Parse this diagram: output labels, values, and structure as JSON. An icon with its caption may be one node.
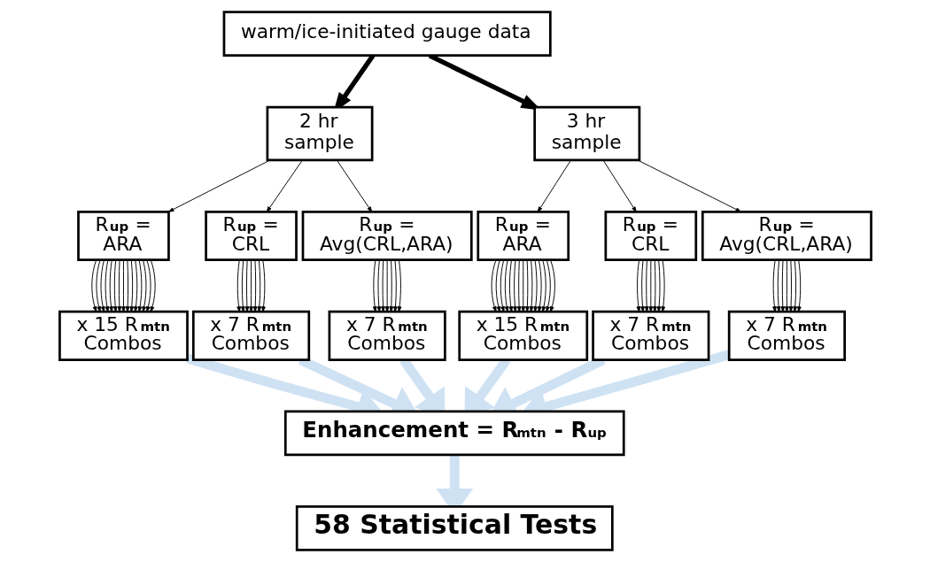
{
  "diagram": {
    "nodes": [
      {
        "text": [
          "warm/ice-initiated gauge data"
        ]
      },
      {
        "text": [
          "2 hr sample"
        ]
      },
      {
        "text": [
          "3 hr sample"
        ]
      },
      {
        "text": [
          "R$_{up}$ = ARA"
        ]
      },
      {
        "text": [
          "R$_{up}$ = CRL"
        ]
      },
      {
        "text": [
          "R$_{up}$ = Avg(CRL,ARA)"
        ]
      },
      {
        "text": [
          "R$_{up}$ = ARA"
        ]
      },
      {
        "text": [
          "R$_{up}$ = CRL"
        ]
      },
      {
        "text": [
          "R$_{up}$ = Avg(CRL,ARA)"
        ]
      },
      {
        "text": [
          "x 15 R$_{mtn}$ Combos"
        ]
      },
      {
        "text": [
          "x 7 R$_{mtn}$ Combos"
        ]
      },
      {
        "text": [
          "x 7 R$_{mtn}$ Combos"
        ]
      },
      {
        "text": [
          "x 15 R$_{mtn}$ Combos"
        ]
      },
      {
        "text": [
          "x 7 R$_{mtn}$ Combos"
        ]
      },
      {
        "text": [
          "x 7 R$_{mtn}$ Combos"
        ]
      },
      {
        "text": [
          "Enhancement = R$_{mtn}$ - R$_{up}$"
        ]
      },
      {
        "text": [
          "58 Statistical Tests"
        ]
      }
    ],
    "edges": [
      {
        "from": 0,
        "to": 1,
        "arrow": "to",
        "style": "thick"
      },
      {
        "from": 0,
        "to": 2,
        "arrow": "to",
        "style": "thick"
      },
      {
        "from": 1,
        "to": 3,
        "arrow": "to"
      },
      {
        "from": 1,
        "to": 4,
        "arrow": "to"
      },
      {
        "from": 1,
        "to": 5,
        "arrow": "to"
      },
      {
        "from": 2,
        "to": 6,
        "arrow": "to"
      },
      {
        "from": 2,
        "to": 7,
        "arrow": "to"
      },
      {
        "from": 2,
        "to": 8,
        "arrow": "to"
      },
      {
        "from": 3,
        "to": 9,
        "arrow": "to"
      },
      {
        "from": 3,
        "to": 9,
        "arrow": "to"
      },
      {
        "from": 3,
        "to": 9,
        "arrow": "to"
      },
      {
        "from": 3,
        "to": 9,
        "arrow": "to"
      },
      {
        "from": 3,
        "to": 9,
        "arrow": "to"
      },
      {
        "from": 3,
        "to": 9,
        "arrow": "to"
      },
      {
        "from": 3,
        "to": 9,
        "arrow": "to"
      },
      {
        "from": 3,
        "to": 9,
        "arrow": "to"
      },
      {
        "from": 3,
        "to": 9,
        "arrow": "to"
      },
      {
        "from": 3,
        "to": 9,
        "arrow": "to"
      },
      {
        "from": 3,
        "to": 9,
        "arrow": "to"
      },
      {
        "from": 3,
        "to": 9,
        "arrow": "to"
      },
      {
        "from": 3,
        "to": 9,
        "arrow": "to"
      },
      {
        "from": 3,
        "to": 9,
        "arrow": "to"
      },
      {
        "from": 3,
        "to": 9,
        "arrow": "to"
      },
      {
        "from": 4,
        "to": 10,
        "arrow": "to"
      },
      {
        "from": 4,
        "to": 10,
        "arrow": "to"
      },
      {
        "from": 4,
        "to": 10,
        "arrow": "to"
      },
      {
        "from": 4,
        "to": 10,
        "arrow": "to"
      },
      {
        "from": 4,
        "to": 10,
        "arrow": "to"
      },
      {
        "from": 4,
        "to": 10,
        "arrow": "to"
      },
      {
        "from": 4,
        "to": 10,
        "arrow": "to"
      },
      {
        "from": 5,
        "to": 11,
        "arrow": "to"
      },
      {
        "from": 5,
        "to": 11,
        "arrow": "to"
      },
      {
        "from": 5,
        "to": 11,
        "arrow": "to"
      },
      {
        "from": 5,
        "to": 11,
        "arrow": "to"
      },
      {
        "from": 5,
        "to": 11,
        "arrow": "to"
      },
      {
        "from": 5,
        "to": 11,
        "arrow": "to"
      },
      {
        "from": 5,
        "to": 11,
        "arrow": "to"
      },
      {
        "from": 6,
        "to": 12,
        "arrow": "to"
      },
      {
        "from": 6,
        "to": 12,
        "arrow": "to"
      },
      {
        "from": 6,
        "to": 12,
        "arrow": "to"
      },
      {
        "from": 6,
        "to": 12,
        "arrow": "to"
      },
      {
        "from": 6,
        "to": 12,
        "arrow": "to"
      },
      {
        "from": 6,
        "to": 12,
        "arrow": "to"
      },
      {
        "from": 6,
        "to": 12,
        "arrow": "to"
      },
      {
        "from": 6,
        "to": 12,
        "arrow": "to"
      },
      {
        "from": 6,
        "to": 12,
        "arrow": "to"
      },
      {
        "from": 6,
        "to": 12,
        "arrow": "to"
      },
      {
        "from": 6,
        "to": 12,
        "arrow": "to"
      },
      {
        "from": 6,
        "to": 12,
        "arrow": "to"
      },
      {
        "from": 6,
        "to": 12,
        "arrow": "to"
      },
      {
        "from": 6,
        "to": 12,
        "arrow": "to"
      },
      {
        "from": 6,
        "to": 12,
        "arrow": "to"
      },
      {
        "from": 7,
        "to": 13,
        "arrow": "to"
      },
      {
        "from": 7,
        "to": 13,
        "arrow": "to"
      },
      {
        "from": 7,
        "to": 13,
        "arrow": "to"
      },
      {
        "from": 7,
        "to": 13,
        "arrow": "to"
      },
      {
        "from": 7,
        "to": 13,
        "arrow": "to"
      },
      {
        "from": 7,
        "to": 13,
        "arrow": "to"
      },
      {
        "from": 7,
        "to": 13,
        "arrow": "to"
      },
      {
        "from": 8,
        "to": 14,
        "arrow": "to"
      },
      {
        "from": 8,
        "to": 14,
        "arrow": "to"
      },
      {
        "from": 8,
        "to": 14,
        "arrow": "to"
      },
      {
        "from": 8,
        "to": 14,
        "arrow": "to"
      },
      {
        "from": 8,
        "to": 14,
        "arrow": "to"
      },
      {
        "from": 8,
        "to": 14,
        "arrow": "to"
      },
      {
        "from": 8,
        "to": 14,
        "arrow": "to"
      },
      {
        "from": 9,
        "to": 15,
        "arrow": "to",
        "style": "thick",
        "color": "#cfe2f3"
      },
      {
        "from": 10,
        "to": 15,
        "arrow": "to",
        "style": "thick",
        "color": "#cfe2f3"
      },
      {
        "from": 11,
        "to": 15,
        "arrow": "to",
        "style": "thick",
        "color": "#cfe2f3"
      },
      {
        "from": 12,
        "to": 15,
        "arrow": "to",
        "style": "thick",
        "color": "#cfe2f3"
      },
      {
        "from": 13,
        "to": 15,
        "arrow": "to",
        "style": "thick",
        "color": "#cfe2f3"
      },
      {
        "from": 14,
        "to": 15,
        "arrow": "to",
        "style": "thick",
        "color": "#cfe2f3"
      },
      {
        "from": 15,
        "to": 16,
        "arrow": "to",
        "style": "thick",
        "color": "#cfe2f3"
      }
    ]
  }
}
